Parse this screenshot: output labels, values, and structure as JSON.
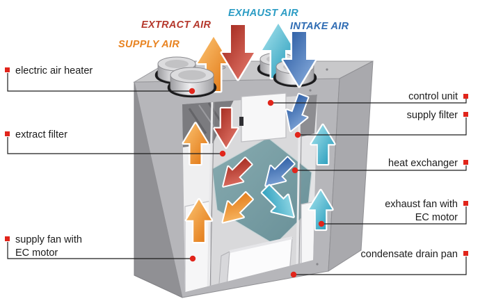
{
  "air_flow_labels": {
    "supply_air": {
      "label": "SUPPLY AIR",
      "color": "#e8821f"
    },
    "extract_air": {
      "label": "EXTRACT AIR",
      "color": "#b5382c"
    },
    "exhaust_air": {
      "label": "EXHAUST AIR",
      "color": "#2b9cc4"
    },
    "intake_air": {
      "label": "INTAKE AIR",
      "color": "#2f6cb3"
    }
  },
  "component_labels": {
    "electric_air_heater": "electric air heater",
    "extract_filter": "extract filter",
    "supply_fan_line1": "supply fan with",
    "supply_fan_line2": "EC motor",
    "control_unit": "control unit",
    "supply_filter": "supply filter",
    "heat_exchanger": "heat exchanger",
    "exhaust_fan_line1": "exhaust fan with",
    "exhaust_fan_line2": "EC motor",
    "condensate_drain_pan": "condensate drain pan"
  },
  "callout_style": {
    "marker_color": "#e1251b",
    "line_color": "#1c1c1c"
  },
  "unit_colors": {
    "casing_top": "#c8c8ca",
    "casing_left": "#909094",
    "casing_right": "#a9a9ad",
    "casing_front": "#b6b6ba",
    "interior_back": "#d9d9db",
    "heat_exchanger_core": "#7da2a8",
    "arrow_orange": "#e8821f",
    "arrow_red": "#c23327",
    "arrow_cyan": "#3fb0c9",
    "arrow_blue": "#3a6fb5"
  }
}
